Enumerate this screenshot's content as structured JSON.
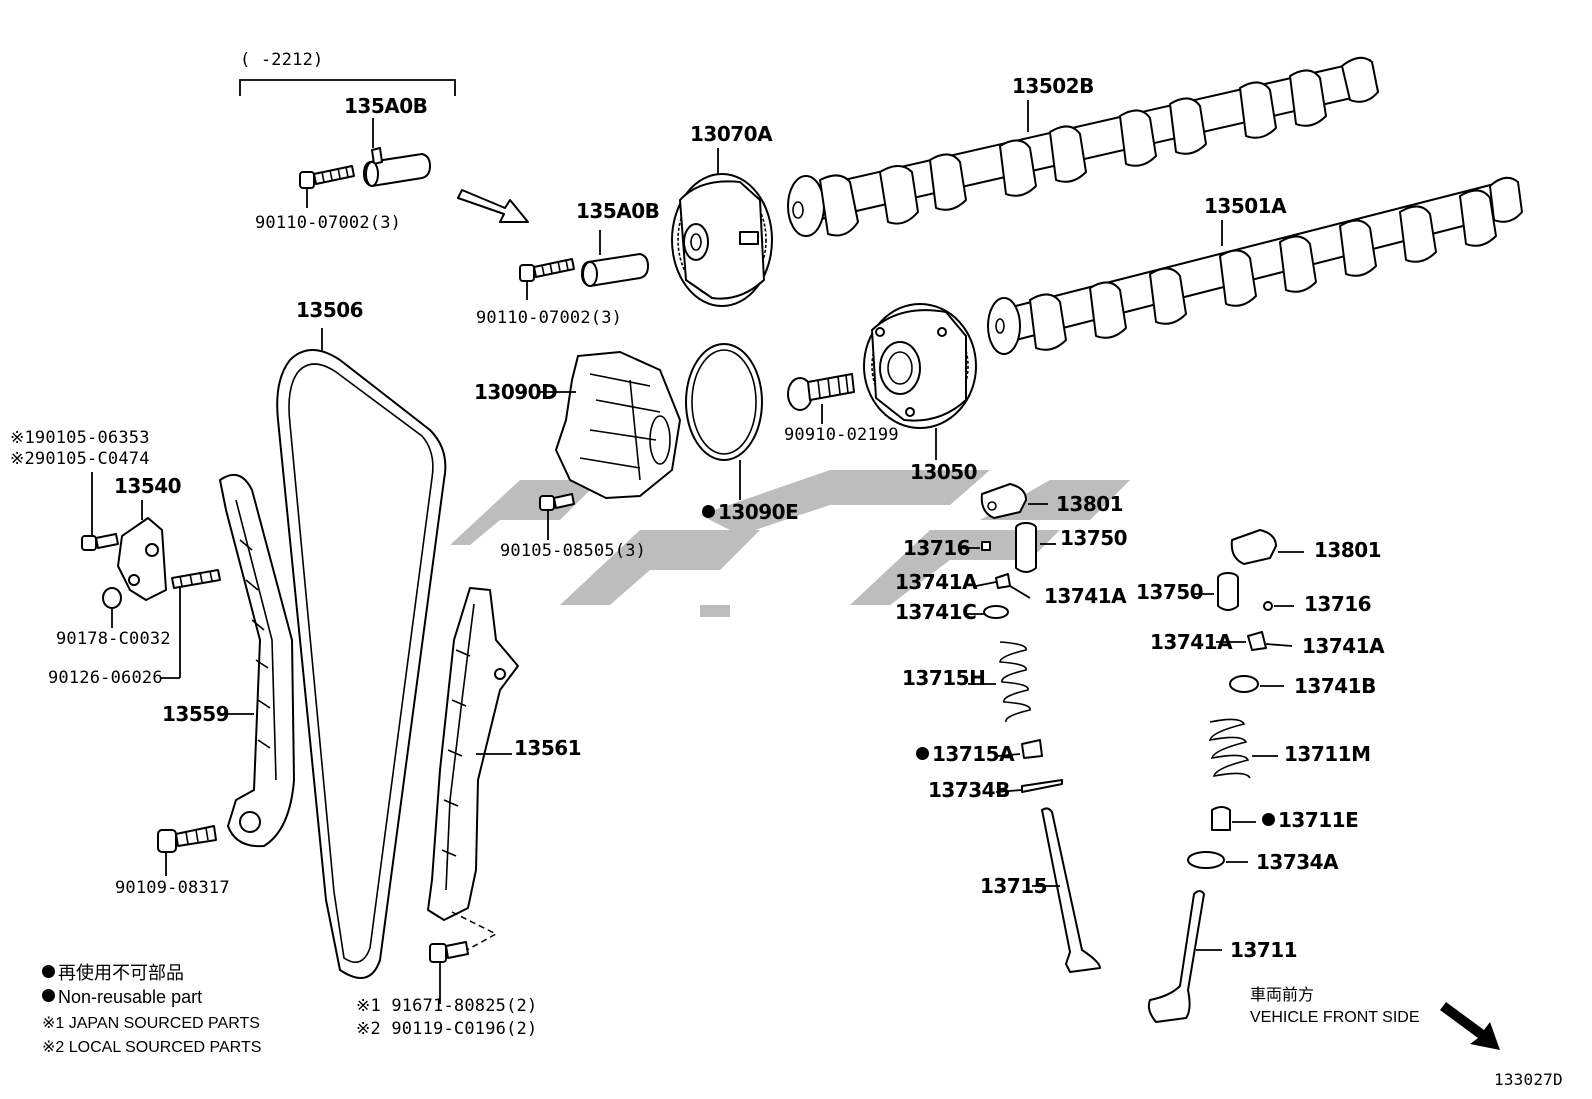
{
  "diagram_code": "133027D",
  "bracket": {
    "range_label": "(   -2212)"
  },
  "labels": {
    "p135A0B_top": "135A0B",
    "p90110_top": "90110-07002(3)",
    "p135A0B_mid": "135A0B",
    "p90110_mid": "90110-07002(3)",
    "p13070A": "13070A",
    "p13502B": "13502B",
    "p13501A": "13501A",
    "p13506": "13506",
    "p13090D": "13090D",
    "p90910": "90910-02199",
    "p13050": "13050",
    "p13090E": "13090E",
    "p90105_08505": "90105-08505(3)",
    "p90105_06353": "※190105-06353",
    "p90105_C0474": "※290105-C0474",
    "p13540": "13540",
    "p90178": "90178-C0032",
    "p90126": "90126-06026",
    "p13559": "13559",
    "p13561": "13561",
    "p90109": "90109-08317",
    "p91671": "※1 91671-80825(2)",
    "p90119": "※2 90119-C0196(2)",
    "p13801_a": "13801",
    "p13750_a": "13750",
    "p13716_a": "13716",
    "p13741A_a1": "13741A",
    "p13741A_a2": "13741A",
    "p13741C": "13741C",
    "p13715H": "13715H",
    "p13715A": "13715A",
    "p13734B": "13734B",
    "p13715": "13715",
    "p13801_b": "13801",
    "p13750_b": "13750",
    "p13716_b": "13716",
    "p13741A_b1": "13741A",
    "p13741A_b2": "13741A",
    "p13741B": "13741B",
    "p13711M": "13711M",
    "p13711E": "13711E",
    "p13734A": "13734A",
    "p13711": "13711"
  },
  "legend": {
    "nonreusable_jp": "再使用不可部品",
    "nonreusable_en": "Non-reusable part",
    "japan_sourced": "※1 JAPAN SOURCED PARTS",
    "local_sourced": "※2 LOCAL SOURCED PARTS"
  },
  "direction": {
    "jp": "車両前方",
    "en": "VEHICLE FRONT SIDE"
  }
}
